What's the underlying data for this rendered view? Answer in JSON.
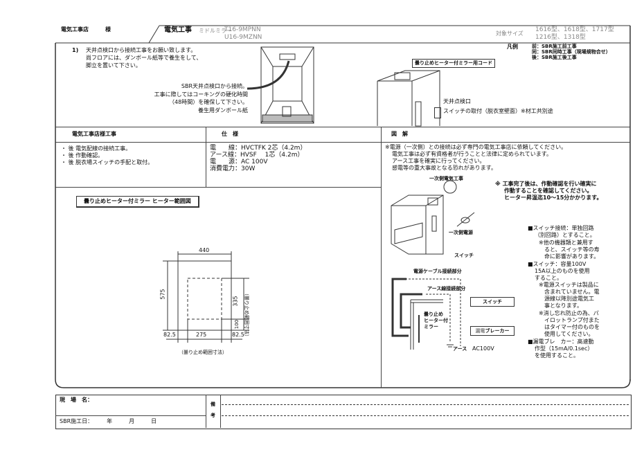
{
  "header": {
    "customer": "電気工事店",
    "honorific": "様",
    "title": "電気工事",
    "product": "ミドルミラー",
    "models": [
      "T16-9MPNN",
      "U16-9MZNN"
    ],
    "size_label": "対象サイズ",
    "sizes": [
      "1616型、1618型、1717型",
      "1216型、1318型"
    ]
  },
  "legend": {
    "title": "凡例",
    "items": [
      "前：SBR施工前工事",
      "同：SBR同時工事（現場規物合せ）",
      "後：SBR施工後工事"
    ]
  },
  "step1": {
    "number": "1)",
    "lines": [
      "天井点検口から接続工事をお願い致します。",
      "尚フロアには、ダンボール紙等で養生をして、",
      "脚立を置いて下さい。"
    ],
    "callouts": [
      "SBR天井点検口から接続。",
      "工事に際してはコーキングの硬化時間",
      "（48時間）を確保して下さい。",
      "養生用ダンボール紙"
    ],
    "cord_label": "曇り止めヒーター付ミラー用コード",
    "ceiling_label": "天井点検口",
    "switch_label": "スイッチの取付（脱衣室壁面）※材工共別途"
  },
  "table": {
    "headers": [
      "電気工事店様工事",
      "仕　様",
      "図　解"
    ],
    "works": [
      "・ 後 電気配線の接続工事。",
      "・ 後 作動確認。",
      "・ 後 脱衣場スイッチの手配と取付。"
    ],
    "specs": [
      "電　　線：HVCTFK 2芯（4.2m）",
      "アース線：HVSF　 1芯（4.2m）",
      "電　　源：AC 100V",
      "消費電力：30W"
    ]
  },
  "notes": {
    "warning": [
      "※電源（一次側）との接続は必ず専門の電気工事店に依頼してください。",
      "電気工事は必ず有資格者が行うことと法律に定められています。",
      "アース工事を確実に行ってください。",
      "感電等の重大事故となる恐れがあります。"
    ],
    "after": [
      "※ 工事完了後は、作動確認を行い確実に",
      "作動することを確認してください。",
      "ヒーター昇温迄10〜15分かかります。"
    ],
    "diagram_labels": {
      "primary_work": "一次側電気工事",
      "primary_power": "一次側電源",
      "switch": "スイッチ",
      "cable_joint": "電源ケーブル接続部分",
      "earth_joint": "アース線接続部分",
      "mirror": [
        "曇り止め",
        "ヒーター付",
        "ミラー"
      ],
      "switch_box": "スイッチ",
      "breaker_prefix": "漏電",
      "breaker": "ブレーカー",
      "earth": "アース",
      "ac": "AC100V"
    },
    "side": [
      "■スイッチ接続：単独回路",
      "（別回路）とすること。",
      "※他の機器類と兼用す",
      "ると、スイッチ等の寿",
      "命に影響があります。",
      "■スイッチ：容量100V",
      "15A以上のものを使用",
      "すること。",
      "※電源スイッチは製品に",
      "含まれていません。電",
      "源線以降別途電気工",
      "事となります。",
      "※消し忘れ防止の為、パ",
      "イロットランプ付また",
      "はタイマー付のものを",
      "使用してください。",
      "■漏電ブレ　カー：高速動",
      "作型（15mA/0.1sec）",
      "を使用すること。"
    ]
  },
  "heater_range": {
    "title": "曇り止めヒーター付ミラー ヒーター範囲図",
    "width": "440",
    "height": "575",
    "heater_h": "335",
    "bottom": "100",
    "margin_l": "82.5",
    "heater_w": "275",
    "margin_r": "82.5",
    "vlabel": "（曇り止め範囲寸法）",
    "hlabel": "（曇り止め範囲寸法）"
  },
  "footer": {
    "site": "現　場　名：",
    "date": "SBR施工日：　　　年　　　月　　　日",
    "remarks": [
      "備",
      "考"
    ]
  }
}
